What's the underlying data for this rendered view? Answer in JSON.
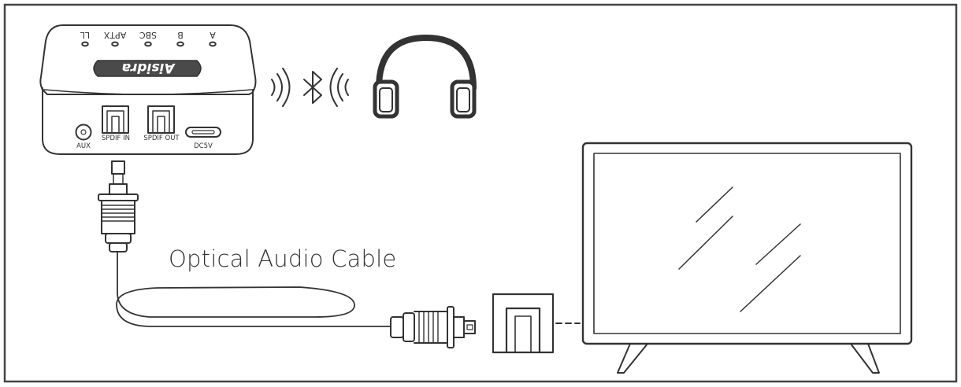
{
  "device": {
    "brand": "Aisidra",
    "leds": [
      "LL",
      "APTX",
      "SBC",
      "B",
      "A"
    ],
    "ports": {
      "aux": "AUX",
      "spdif_in": "SPDIF IN",
      "spdif_out": "SPDIF OUT",
      "dc": "DC5V"
    }
  },
  "cable": {
    "label": "Optical Audio Cable"
  },
  "icons": [
    "bluetooth-icon",
    "wave-icon",
    "headphones-icon",
    "tv-icon",
    "optical-plug-icon",
    "optical-port-icon"
  ],
  "colors": {
    "stroke": "#333333",
    "frame": "#444444",
    "badge_fill": "#4a4a4a",
    "badge_text": "#ffffff",
    "background": "#ffffff"
  }
}
